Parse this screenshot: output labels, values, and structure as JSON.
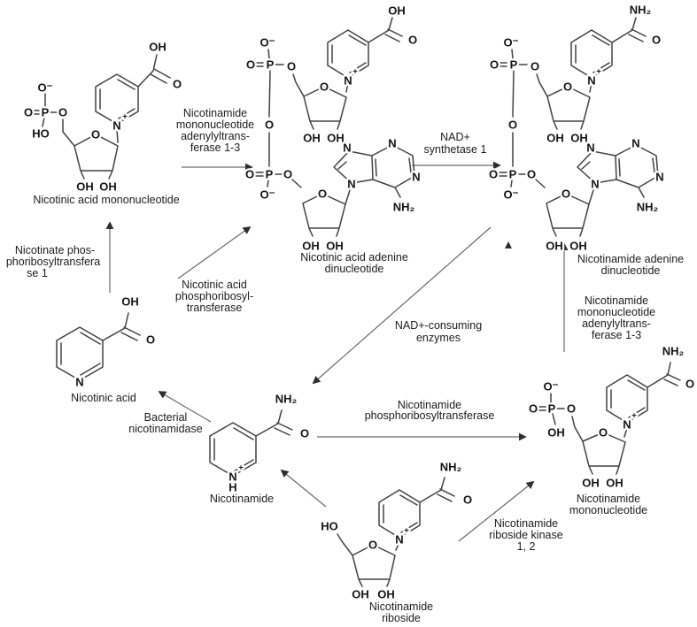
{
  "colors": {
    "background": "#ffffff",
    "ink": "#1c1c1c",
    "bond": "#424242",
    "arrow": "#6a6a6a"
  },
  "glyphs": {
    "O": "O",
    "OH": "OH",
    "HO": "HO",
    "P": "P",
    "N": "N",
    "NH2": "NH₂",
    "H": "H",
    "plus": "+",
    "O_minus": "O⁻"
  },
  "compounds": {
    "nicotinic_acid_mononucleotide": {
      "name_lines": [
        "Nicotinic acid mononucleotide"
      ]
    },
    "nicotinic_acid_adenine_dinucleotide": {
      "name_lines": [
        "Nicotinic acid adenine",
        "dinucleotide"
      ]
    },
    "nicotinamide_adenine_dinucleotide": {
      "name_lines": [
        "Nicotinamide adenine",
        "dinucleotide"
      ]
    },
    "nicotinic_acid": {
      "name_lines": [
        "Nicotinic acid"
      ]
    },
    "nicotinamide": {
      "name_lines": [
        "Nicotinamide"
      ]
    },
    "nicotinamide_riboside": {
      "name_lines": [
        "Nicotinamide",
        "riboside"
      ]
    },
    "nicotinamide_mononucleotide": {
      "name_lines": [
        "Nicotinamide",
        "mononucleotide"
      ]
    }
  },
  "enzymes": {
    "nmnat_left": {
      "lines": [
        "Nicotinamide",
        "mononucleotide",
        "adenylyltrans-",
        "ferase 1-3"
      ]
    },
    "nad_synthetase": {
      "lines": [
        "NAD+",
        "synthetase 1"
      ]
    },
    "nicotinate_prt": {
      "lines": [
        "Nicotinate phos-",
        "phoribosyltransfera",
        "se 1"
      ]
    },
    "nicotinic_acid_prt": {
      "lines": [
        "Nicotinic acid",
        "phosphoribosyl-",
        "transferase"
      ]
    },
    "nad_consuming": {
      "lines": [
        "NAD+-consuming",
        "enzymes"
      ]
    },
    "bacterial_nicotinamidase": {
      "lines": [
        "Bacterial",
        "nicotinamidase"
      ]
    },
    "nampt": {
      "lines": [
        "Nicotinamide",
        "phosphoribosyltransferase"
      ]
    },
    "nmnat_right": {
      "lines": [
        "Nicotinamide",
        "mononucleotide",
        "adenylyltrans-",
        "ferase 1-3"
      ]
    },
    "nr_kinase": {
      "lines": [
        "Nicotinamide",
        "riboside kinase",
        "1, 2"
      ]
    }
  },
  "reactions": [
    {
      "substrate": "Nicotinic acid",
      "product": "Nicotinic acid mononucleotide",
      "enzyme": "Nicotinate phosphoribosyltransferase 1"
    },
    {
      "substrate": "Nicotinic acid",
      "product": "Nicotinic acid adenine dinucleotide",
      "enzyme": "Nicotinic acid phosphoribosyltransferase"
    },
    {
      "substrate": "Nicotinic acid mononucleotide",
      "product": "Nicotinic acid adenine dinucleotide",
      "enzyme": "Nicotinamide mononucleotide adenylyltransferase 1-3"
    },
    {
      "substrate": "Nicotinic acid adenine dinucleotide",
      "product": "Nicotinamide adenine dinucleotide",
      "enzyme": "NAD+ synthetase 1"
    },
    {
      "substrate": "Nicotinamide adenine dinucleotide",
      "product": "Nicotinamide",
      "enzyme": "NAD+-consuming enzymes"
    },
    {
      "substrate": "Nicotinamide",
      "product": "Nicotinic acid",
      "enzyme": "Bacterial nicotinamidase"
    },
    {
      "substrate": "Nicotinamide",
      "product": "Nicotinamide mononucleotide",
      "enzyme": "Nicotinamide phosphoribosyltransferase"
    },
    {
      "substrate": "Nicotinamide riboside",
      "product": "Nicotinamide mononucleotide",
      "enzyme": "Nicotinamide riboside kinase 1, 2"
    },
    {
      "substrate": "Nicotinamide riboside",
      "product": "Nicotinamide",
      "enzyme": ""
    },
    {
      "substrate": "Nicotinamide mononucleotide",
      "product": "Nicotinamide adenine dinucleotide",
      "enzyme": "Nicotinamide mononucleotide adenylyltransferase 1-3"
    }
  ]
}
